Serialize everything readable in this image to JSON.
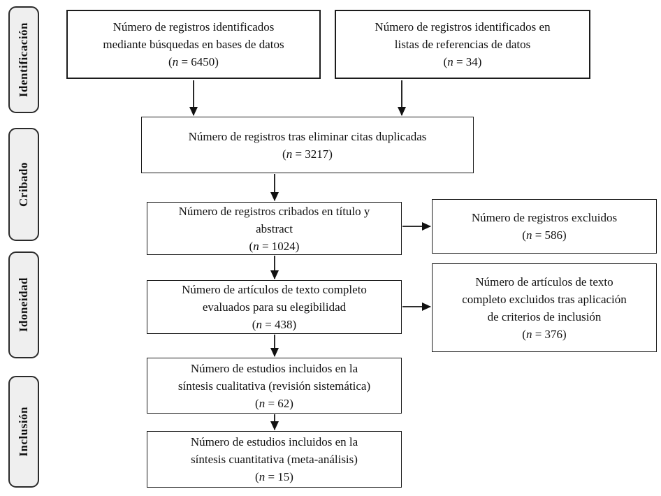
{
  "diagram": {
    "stages": {
      "identification": "Identificación",
      "screening": "Cribado",
      "eligibility": "Idoneidad",
      "inclusion": "Inclusión"
    },
    "boxes": {
      "identified_databases": {
        "line1": "Número de registros identificados",
        "line2": "mediante búsquedas en bases de datos",
        "n": "(n = 6450)"
      },
      "identified_references": {
        "line1": "Número de registros identificados en",
        "line2": "listas de referencias de datos",
        "n": "(n = 34)"
      },
      "after_duplicates": {
        "line1": "Número de registros tras eliminar citas duplicadas",
        "n": "(n = 3217)"
      },
      "screened_title_abstract": {
        "line1": "Número de registros cribados en título y",
        "line2": "abstract",
        "n": "(n = 1024)"
      },
      "records_excluded": {
        "line1": "Número de registros excluidos",
        "n": "(n = 586)"
      },
      "fulltext_assessed": {
        "line1": "Número de artículos de texto completo",
        "line2": "evaluados para su elegibilidad",
        "n": "(n = 438)"
      },
      "fulltext_excluded": {
        "line1": "Número de artículos de texto",
        "line2": "completo excluidos tras aplicación",
        "line3": "de criterios de inclusión",
        "n": "(n = 376)"
      },
      "qualitative_synthesis": {
        "line1": "Número de estudios incluidos en la",
        "line2": "síntesis cualitativa (revisión sistemática)",
        "n": "(n = 62)"
      },
      "quantitative_synthesis": {
        "line1": "Número de estudios incluidos en la",
        "line2": "síntesis cuantitativa (meta-análisis)",
        "n": "(n = 15)"
      }
    },
    "colors": {
      "box_border": "#1c1c1c",
      "stage_fill": "#efefef",
      "stage_border": "#2b2b2b",
      "arrow": "#111111",
      "background": "#ffffff"
    }
  }
}
